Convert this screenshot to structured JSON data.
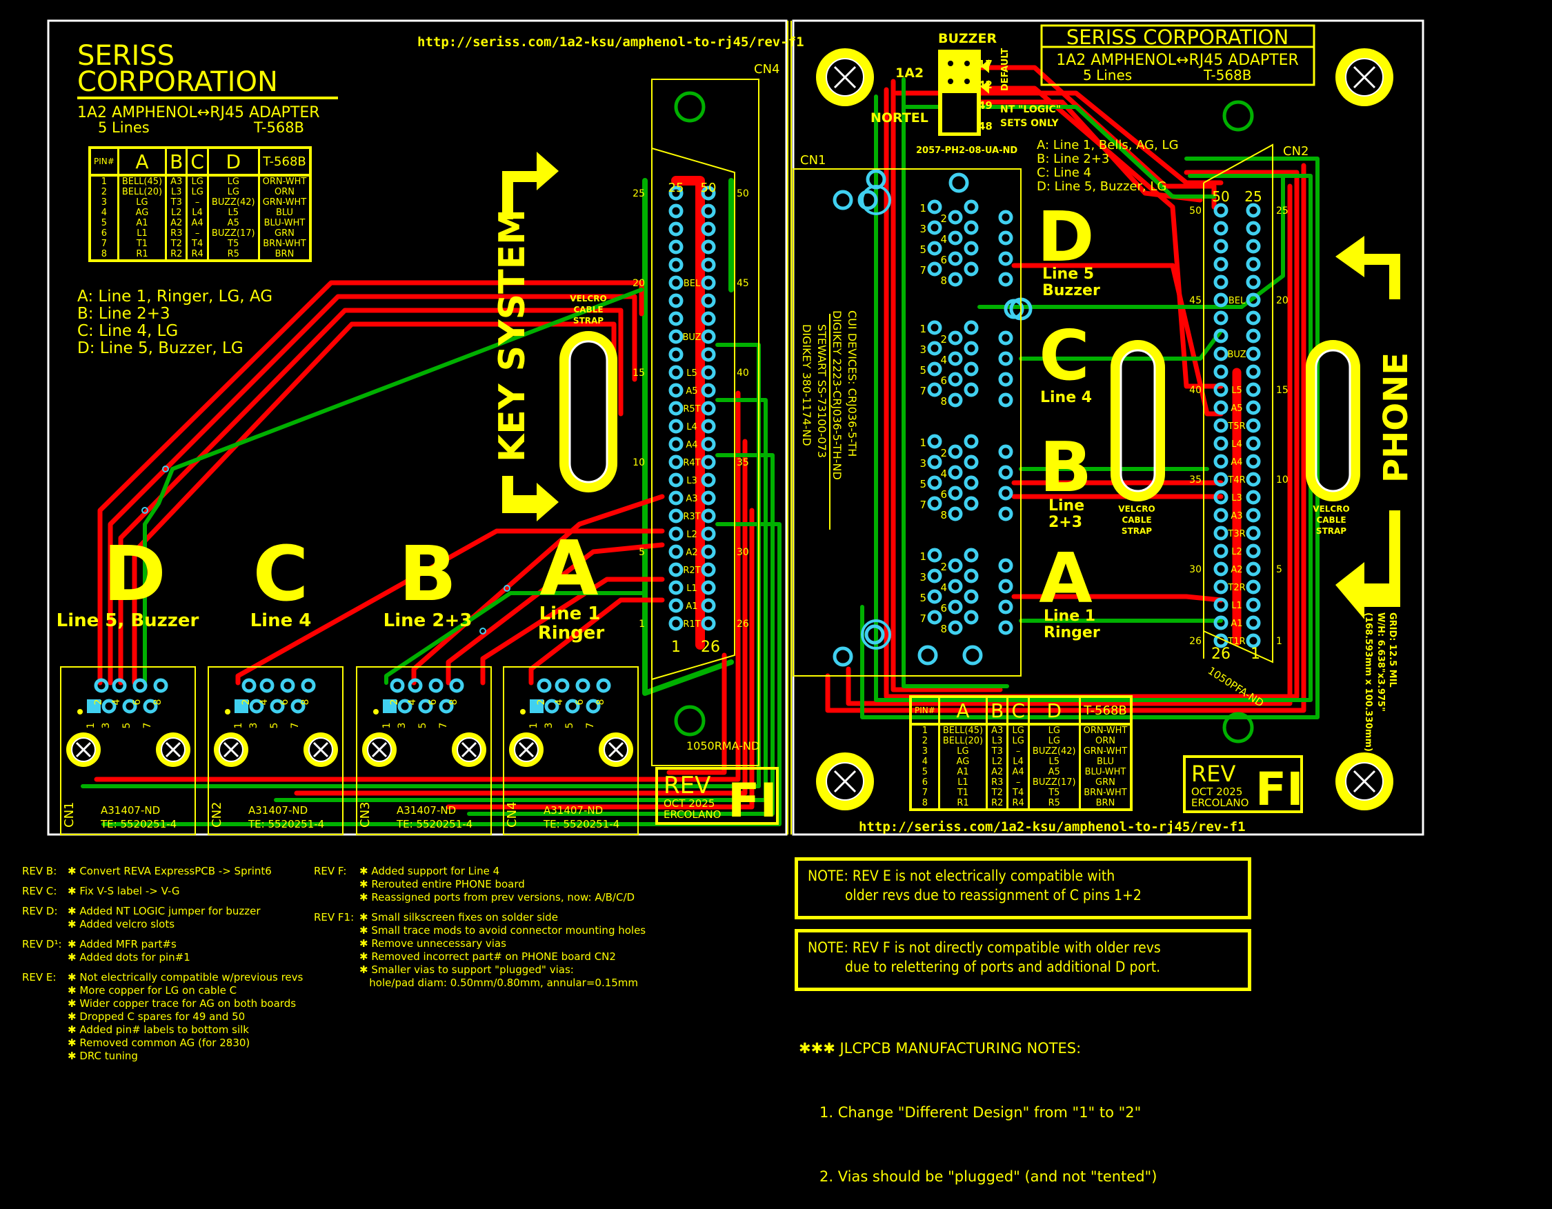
{
  "left_board": {
    "title_line1": "SERISS",
    "title_line2": "CORPORATION",
    "subtitle": "1A2  AMPHENOL↔RJ45 ADAPTER",
    "subtitle2_left": "5 Lines",
    "subtitle2_right": "T-568B",
    "url": "http://seriss.com/1a2-ksu/amphenol-to-rj45/rev-f1",
    "connector_label": "CN4",
    "connector_part": "1050RMA-ND",
    "legend": [
      "A: Line 1, Ringer, LG, AG",
      "B: Line 2+3",
      "C: Line 4, LG",
      "D: Line 5, Buzzer, LG"
    ],
    "key_system_label": "KEY SYSTEM",
    "velcro_label": [
      "VELCRO",
      "CABLE",
      "STRAP"
    ],
    "ports": [
      {
        "letter": "D",
        "desc": "Line 5, Buzzer",
        "cn": "CN1",
        "part1": "A31407-ND",
        "part2": "TE: 5520251-4"
      },
      {
        "letter": "C",
        "desc": "Line 4",
        "cn": "CN2",
        "part1": "A31407-ND",
        "part2": "TE: 5520251-4"
      },
      {
        "letter": "B",
        "desc": "Line 2+3",
        "cn": "CN3",
        "part1": "A31407-ND",
        "part2": "TE: 5520251-4"
      },
      {
        "letter": "A",
        "desc": "Line 1",
        "desc2": "Ringer",
        "cn": "CN4",
        "part1": "A31407-ND",
        "part2": "TE: 5520251-4"
      }
    ],
    "amphenol_pin_labels": [
      "BEL",
      "BUZ",
      "L5",
      "A5",
      "R5T",
      "L4",
      "A4",
      "R4T",
      "L3",
      "A3",
      "R3T",
      "L2",
      "A2",
      "R2T",
      "L1",
      "A1",
      "R1T"
    ],
    "amphenol_top": [
      "25",
      "50"
    ],
    "amphenol_bottom": [
      "1",
      "26"
    ],
    "amphenol_side_left": [
      "25",
      "20",
      "15",
      "10",
      "5",
      "1"
    ],
    "amphenol_side_right": [
      "50",
      "45",
      "40",
      "35",
      "30",
      "26"
    ],
    "rev_badge": {
      "rev": "REV",
      "date": "OCT 2025",
      "author": "ERCOLANO",
      "version": "FI"
    }
  },
  "right_board": {
    "title": "SERISS CORPORATION",
    "subtitle": "1A2  AMPHENOL↔RJ45 ADAPTER",
    "subtitle2_left": "5 Lines",
    "subtitle2_right": "T-568B",
    "url": "http://seriss.com/1a2-ksu/amphenol-to-rj45/rev-f1",
    "buzzer_label": "BUZZER",
    "jumper_left": [
      "1A2",
      "NORTEL"
    ],
    "jumper_pins": [
      "17",
      "42",
      "49",
      "48"
    ],
    "jumper_default": "DEFAULT",
    "jumper_note": [
      "NT \"LOGIC\"",
      "SETS ONLY"
    ],
    "jumper_part": "2057-PH2-08-UA-ND",
    "legend": [
      "A: Line 1, Bells, AG, LG",
      "B: Line 2+3",
      "C: Line 4",
      "D: Line 5, Buzzer, LG"
    ],
    "connector_cn1": "CN1",
    "connector_cn2": "CN2",
    "connector_part": "1050PFA-ND",
    "rj_parts": [
      "CUI DEVICES: CRJ036-5-TH",
      "DIGIKEY 2223-CRJ036-5-TH-ND",
      "STEWART SS-73100-073",
      "DIGIKEY 380-1174-ND"
    ],
    "ports": [
      {
        "letter": "D",
        "desc": "Line 5",
        "desc2": "Buzzer"
      },
      {
        "letter": "C",
        "desc": "Line 4"
      },
      {
        "letter": "B",
        "desc": "Line",
        "desc2": "2+3"
      },
      {
        "letter": "A",
        "desc": "Line 1",
        "desc2": "Ringer"
      }
    ],
    "amphenol_pin_labels": [
      "BEL",
      "BUZ",
      "L5",
      "A5",
      "T5R",
      "L4",
      "A4",
      "T4R",
      "L3",
      "A3",
      "T3R",
      "L2",
      "A2",
      "T2R",
      "L1",
      "A1",
      "T1R"
    ],
    "amphenol_top": [
      "50",
      "25"
    ],
    "amphenol_bottom": [
      "26",
      "1"
    ],
    "amphenol_side_left": [
      "50",
      "45",
      "40",
      "35",
      "30",
      "26"
    ],
    "amphenol_side_right": [
      "25",
      "20",
      "15",
      "10",
      "5",
      "1"
    ],
    "phone_label": "PHONE",
    "velcro_label": [
      "VELCRO",
      "CABLE",
      "STRAP"
    ],
    "grid_info": [
      "GRID: 12.5 MIL",
      "W/H: 6.638\"x3.975\"",
      "(168.593mm x 100.330mm)"
    ],
    "rev_badge": {
      "rev": "REV",
      "date": "OCT 2025",
      "author": "ERCOLANO",
      "version": "FI"
    }
  },
  "pin_table": {
    "headers": [
      "PIN#",
      "A",
      "B",
      "C",
      "D",
      "T-568B"
    ],
    "rows": [
      [
        "1",
        "BELL(45)",
        "A3",
        "LG",
        "LG",
        "ORN-WHT"
      ],
      [
        "2",
        "BELL(20)",
        "L3",
        "LG",
        "LG",
        "ORN"
      ],
      [
        "3",
        "LG",
        "T3",
        "–",
        "BUZZ(42)",
        "GRN-WHT"
      ],
      [
        "4",
        "AG",
        "L2",
        "L4",
        "L5",
        "BLU"
      ],
      [
        "5",
        "A1",
        "A2",
        "A4",
        "A5",
        "BLU-WHT"
      ],
      [
        "6",
        "L1",
        "R3",
        "–",
        "BUZZ(17)",
        "GRN"
      ],
      [
        "7",
        "T1",
        "T2",
        "T4",
        "T5",
        "BRN-WHT"
      ],
      [
        "8",
        "R1",
        "R2",
        "R4",
        "R5",
        "BRN"
      ]
    ]
  },
  "revision_notes": [
    {
      "rev": "REV B:",
      "items": [
        "✱ Convert REVA ExpressPCB -> Sprint6"
      ]
    },
    {
      "rev": "REV C:",
      "items": [
        "✱ Fix V-S label -> V-G"
      ]
    },
    {
      "rev": "REV D:",
      "items": [
        "✱ Added NT LOGIC jumper for buzzer",
        "✱ Added velcro slots"
      ]
    },
    {
      "rev": "REV D¹:",
      "items": [
        "✱ Added MFR part#s",
        "✱ Added dots for pin#1"
      ]
    },
    {
      "rev": "REV E:",
      "items": [
        "✱ Not electrically compatible w/previous revs",
        "✱ More copper for LG on cable C",
        "✱ Wider copper trace for AG on both boards",
        "✱ Dropped C spares for 49 and 50",
        "✱ Added pin# labels to bottom silk",
        "✱ Removed common AG (for 2830)",
        "✱ DRC tuning"
      ]
    },
    {
      "rev": "REV F:",
      "items": [
        "✱ Added support for Line 4",
        "✱ Rerouted entire PHONE board",
        "✱ Reassigned ports from prev versions, now: A/B/C/D"
      ]
    },
    {
      "rev": "REV F1:",
      "items": [
        "✱ Small silkscreen fixes on solder side",
        "✱ Small trace mods to avoid connector mounting holes",
        "✱ Remove unnecessary vias",
        "✱ Removed incorrect part# on PHONE board CN2",
        "✱ Smaller vias to support \"plugged\" vias:",
        "   hole/pad diam: 0.50mm/0.80mm, annular=0.15mm"
      ]
    }
  ],
  "notes": [
    {
      "line1": "NOTE: REV E is not electrically compatible with",
      "line2": "         older revs due to reassignment of C pins 1+2"
    },
    {
      "line1": "NOTE: REV F is not directly compatible with older revs",
      "line2": "         due to relettering of ports and additional D port."
    }
  ],
  "mfg_notes": {
    "title": "✱✱✱ JLCPCB MANUFACTURING NOTES:",
    "items": [
      "1. Change \"Different Design\" from \"1\" to \"2\"",
      "2. Vias should be \"plugged\" (and not \"tented\")"
    ]
  },
  "colors": {
    "silk": "#ffff00",
    "top_copper": "#ff0000",
    "bottom_copper": "#00b000",
    "pad": "#40d0f0",
    "board_outline": "#ffffff",
    "background": "#000000"
  }
}
